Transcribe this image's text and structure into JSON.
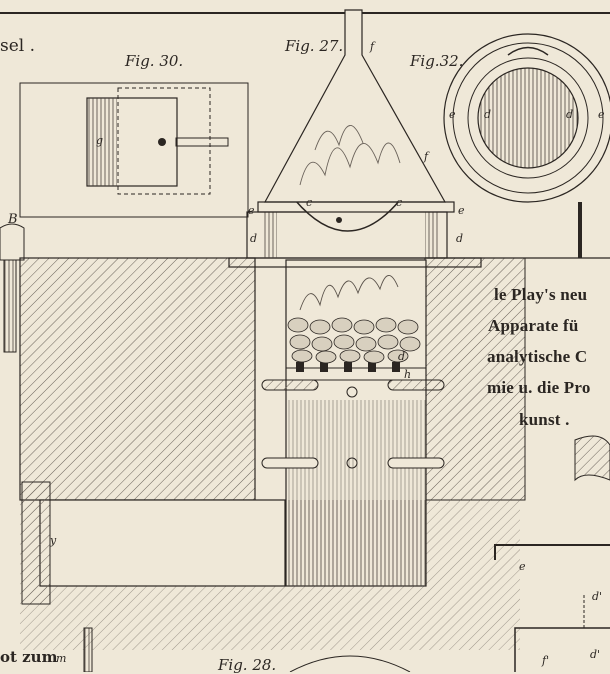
{
  "plate": {
    "heading_fragment": "sel .",
    "fig30": "Fig. 30.",
    "fig27": "Fig. 27.",
    "fig32": "Fig.32.",
    "bottom_left_fragment": "ot zum",
    "bottom_fig_fragment": "Fig. 28."
  },
  "caption": {
    "line1": "le Play's neu",
    "line2": "Apparate fü",
    "line3": "analytische C",
    "line4": "mie u. die Pro",
    "line5": "kunst ."
  },
  "letters": {
    "B": "B",
    "g": "g",
    "f": "f",
    "e": "e",
    "d": "d",
    "c": "c",
    "h": "h",
    "y": "y",
    "m": "m",
    "d_prime": "d'",
    "f_prime": "f'"
  },
  "colors": {
    "paper": "#efe8d8",
    "ink": "#2b2622"
  }
}
